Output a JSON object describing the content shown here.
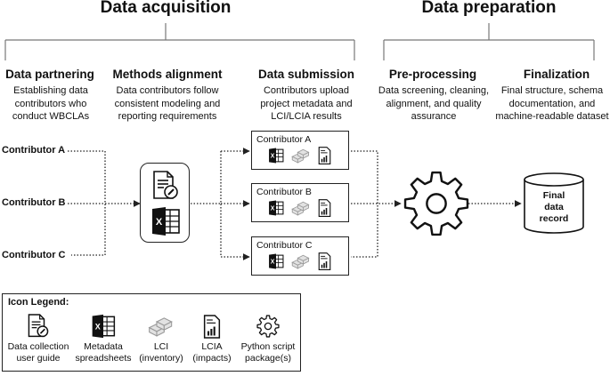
{
  "phases": {
    "acquisition": "Data acquisition",
    "preparation": "Data preparation"
  },
  "columns": [
    {
      "title": "Data partnering",
      "desc": "Establishing data contributors who conduct WBCLAs"
    },
    {
      "title": "Methods alignment",
      "desc": "Data contributors follow consistent modeling and reporting requirements"
    },
    {
      "title": "Data submission",
      "desc": "Contributors upload project metadata and LCI/LCIA results"
    },
    {
      "title": "Pre-processing",
      "desc": "Data screening, cleaning, alignment, and quality assurance"
    },
    {
      "title": "Finalization",
      "desc": "Final structure, schema documentation, and machine-readable dataset"
    }
  ],
  "contributors": [
    "Contributor A",
    "Contributor B",
    "Contributor C"
  ],
  "submissions": [
    "Contributor A",
    "Contributor B",
    "Contributor C"
  ],
  "final_record": {
    "line1": "Final",
    "line2": "data",
    "line3": "record"
  },
  "legend": {
    "title": "Icon Legend:",
    "items": [
      {
        "icon": "document-pencil-icon",
        "line1": "Data collection",
        "line2": "user guide"
      },
      {
        "icon": "spreadsheet-icon",
        "line1": "Metadata",
        "line2": "spreadsheets"
      },
      {
        "icon": "boxes-icon",
        "line1": "LCI",
        "line2": "(inventory)"
      },
      {
        "icon": "report-chart-icon",
        "line1": "LCIA",
        "line2": "(impacts)"
      },
      {
        "icon": "gear-icon",
        "line1": "Python script",
        "line2": "package(s)"
      }
    ]
  },
  "colors": {
    "line": "#222222",
    "muted_icon": "#9a9a9a",
    "bracket": "#777777"
  }
}
